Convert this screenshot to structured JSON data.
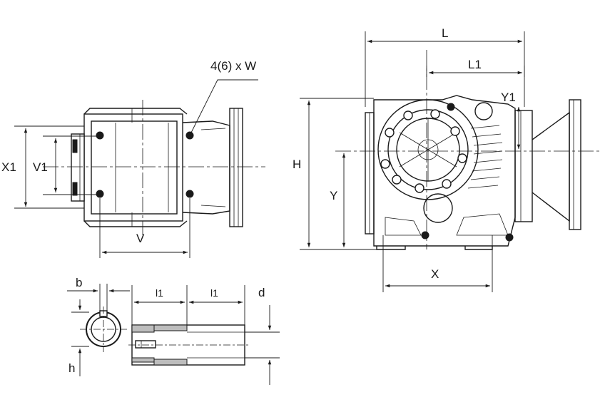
{
  "labels": {
    "L": "L",
    "L1": "L1",
    "Y1": "Y1",
    "H": "H",
    "Y": "Y",
    "X": "X",
    "X1": "X1",
    "V1": "V1",
    "V": "V",
    "W": "4(6) x W",
    "b": "b",
    "l1_a": "l1",
    "l1_b": "l1",
    "d": "d",
    "h": "h"
  }
}
